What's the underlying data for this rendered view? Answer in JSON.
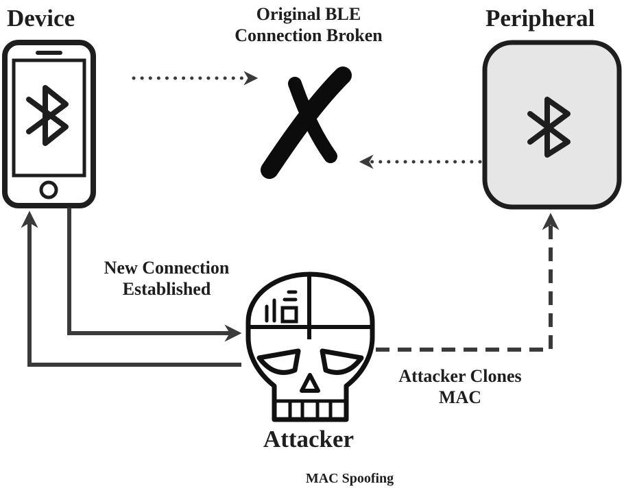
{
  "nodes": {
    "device": {
      "label": "Device"
    },
    "peripheral": {
      "label": "Peripheral"
    },
    "attacker": {
      "label": "Attacker"
    }
  },
  "annotations": {
    "broken_line1": "Original BLE",
    "broken_line2": "Connection Broken",
    "new_conn_line1": "New Connection",
    "new_conn_line2": "Established",
    "clones_line1": "Attacker Clones",
    "clones_line2": "MAC"
  },
  "caption": "MAC Spoofing",
  "icons": {
    "device": "smartphone-bluetooth-icon",
    "peripheral": "peripheral-bluetooth-icon",
    "attacker": "skull-chip-icon",
    "broken": "x-mark-icon"
  },
  "colors": {
    "ink": "#1e1e1e",
    "peripheral_fill": "#e6e6e6",
    "arrow": "#3a3a3a"
  }
}
